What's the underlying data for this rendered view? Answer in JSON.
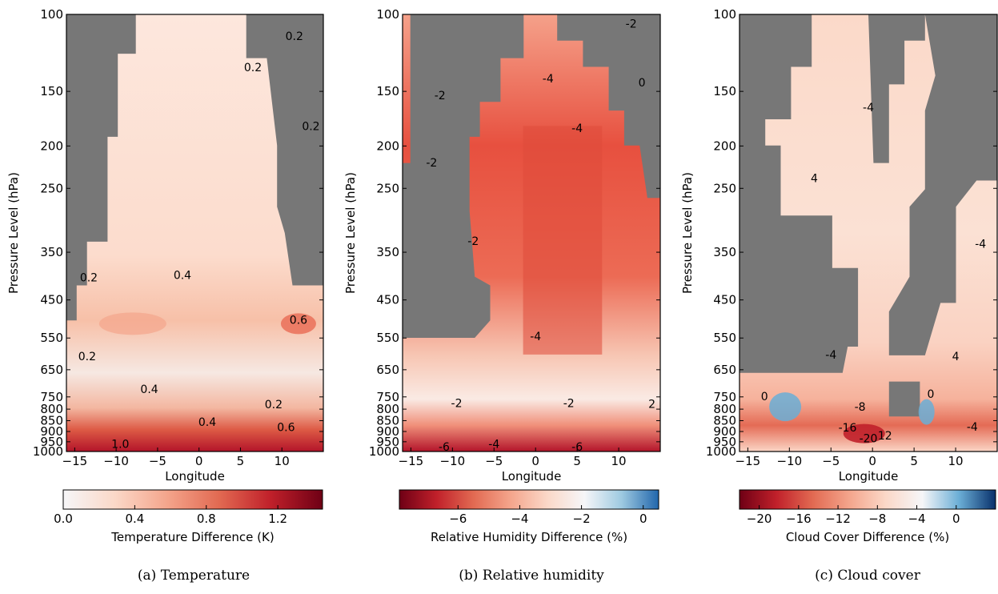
{
  "chart_data": [
    {
      "type": "heatmap",
      "caption": "(a)  Temperature",
      "xlabel": "Longitude",
      "ylabel": "Pressure Level (hPa)",
      "xlim": [
        -16,
        15
      ],
      "xticks": [
        "−15",
        "−10",
        "−5",
        "0",
        "5",
        "10"
      ],
      "xtick_values": [
        -15,
        -10,
        -5,
        0,
        5,
        10
      ],
      "yticks": [
        100,
        150,
        200,
        250,
        350,
        450,
        550,
        650,
        750,
        800,
        850,
        900,
        950,
        1000
      ],
      "y_scale": "log-pressure",
      "colorbar": {
        "label": "Temperature Difference (K)",
        "range": [
          0,
          1.45
        ],
        "ticks": [
          "0.0",
          "0.4",
          "0.8",
          "1.2"
        ],
        "tick_values": [
          0,
          0.4,
          0.8,
          1.2
        ],
        "colors": [
          "#f6f6f8",
          "#fbd8c8",
          "#f4a58c",
          "#e26a52",
          "#c0202a",
          "#6e0015"
        ]
      },
      "contour_labels": [
        {
          "text": "0.2",
          "lon": 11.5,
          "p": 112
        },
        {
          "text": "0.2",
          "lon": 6.5,
          "p": 132
        },
        {
          "text": "0.2",
          "lon": 13.5,
          "p": 180
        },
        {
          "text": "0.2",
          "lon": -13.3,
          "p": 400
        },
        {
          "text": "0.4",
          "lon": -2,
          "p": 395
        },
        {
          "text": "0.6",
          "lon": 12,
          "p": 500
        },
        {
          "text": "0.2",
          "lon": -13.5,
          "p": 605
        },
        {
          "text": "0.4",
          "lon": -6,
          "p": 720
        },
        {
          "text": "0.2",
          "lon": 9,
          "p": 780
        },
        {
          "text": "0.4",
          "lon": 1,
          "p": 855
        },
        {
          "text": "0.6",
          "lon": 10.5,
          "p": 880
        },
        {
          "text": "1.0",
          "lon": -9.5,
          "p": 960
        }
      ]
    },
    {
      "type": "heatmap",
      "caption": "(b)  Relative humidity",
      "xlabel": "Longitude",
      "ylabel": "Pressure Level (hPa)",
      "xlim": [
        -16,
        15
      ],
      "xticks": [
        "−15",
        "−10",
        "−5",
        "0",
        "5",
        "10"
      ],
      "xtick_values": [
        -15,
        -10,
        -5,
        0,
        5,
        10
      ],
      "yticks": [
        100,
        150,
        200,
        250,
        350,
        450,
        550,
        650,
        750,
        800,
        850,
        900,
        950,
        1000
      ],
      "y_scale": "log-pressure",
      "colorbar": {
        "label": "Relative Humidity Difference (%)",
        "range": [
          -7.9,
          0.5
        ],
        "ticks": [
          "−6",
          "−4",
          "−2",
          "0"
        ],
        "tick_values": [
          -6,
          -4,
          -2,
          0
        ],
        "colors": [
          "#6e0015",
          "#c0202a",
          "#e26a52",
          "#f4a58c",
          "#fbd8c8",
          "#f6f6f8",
          "#9ecae1",
          "#2166ac"
        ]
      },
      "contour_labels": [
        {
          "text": "-2",
          "lon": 11.5,
          "p": 105
        },
        {
          "text": "-2",
          "lon": -11.5,
          "p": 153
        },
        {
          "text": "-4",
          "lon": 1.5,
          "p": 140
        },
        {
          "text": "0",
          "lon": 12.8,
          "p": 143
        },
        {
          "text": "-4",
          "lon": 5,
          "p": 182
        },
        {
          "text": "-2",
          "lon": -12.5,
          "p": 218
        },
        {
          "text": "-2",
          "lon": -7.5,
          "p": 330
        },
        {
          "text": "-4",
          "lon": 0,
          "p": 545
        },
        {
          "text": "-2",
          "lon": -9.5,
          "p": 775
        },
        {
          "text": "-2",
          "lon": 4,
          "p": 775
        },
        {
          "text": "2",
          "lon": 14,
          "p": 778
        },
        {
          "text": "-6",
          "lon": -11,
          "p": 975
        },
        {
          "text": "-4",
          "lon": -5,
          "p": 960
        },
        {
          "text": "-6",
          "lon": 5,
          "p": 975
        }
      ]
    },
    {
      "type": "heatmap",
      "caption": "(c)  Cloud cover",
      "xlabel": "Longitude",
      "ylabel": "Pressure Level (hPa)",
      "xlim": [
        -16,
        15
      ],
      "xticks": [
        "−15",
        "−10",
        "−5",
        "0",
        "5",
        "10"
      ],
      "xtick_values": [
        -15,
        -10,
        -5,
        0,
        5,
        10
      ],
      "yticks": [
        100,
        150,
        200,
        250,
        350,
        450,
        550,
        650,
        750,
        800,
        850,
        900,
        950,
        1000
      ],
      "y_scale": "log-pressure",
      "colorbar": {
        "label": "Cloud Cover Difference (%)",
        "range": [
          -22,
          4
        ],
        "ticks": [
          "−20",
          "−16",
          "−12",
          "−8",
          "−4",
          "0"
        ],
        "tick_values": [
          -20,
          -16,
          -12,
          -8,
          -4,
          0
        ],
        "colors": [
          "#6e0015",
          "#c0202a",
          "#e26a52",
          "#f4a58c",
          "#fbd8c8",
          "#f6f6f8",
          "#6baed6",
          "#08306b"
        ]
      },
      "contour_labels": [
        {
          "text": "-4",
          "lon": -0.5,
          "p": 163
        },
        {
          "text": "4",
          "lon": -7,
          "p": 237
        },
        {
          "text": "-4",
          "lon": 13,
          "p": 335
        },
        {
          "text": "-4",
          "lon": -5,
          "p": 600
        },
        {
          "text": "4",
          "lon": 10,
          "p": 605
        },
        {
          "text": "0",
          "lon": -13,
          "p": 748
        },
        {
          "text": "0",
          "lon": 7,
          "p": 738
        },
        {
          "text": "-8",
          "lon": -1.5,
          "p": 790
        },
        {
          "text": "-16",
          "lon": -3,
          "p": 882
        },
        {
          "text": "12",
          "lon": 1.5,
          "p": 920
        },
        {
          "text": "-4",
          "lon": 12,
          "p": 878
        },
        {
          "text": "-20",
          "lon": -0.5,
          "p": 933
        }
      ]
    }
  ]
}
